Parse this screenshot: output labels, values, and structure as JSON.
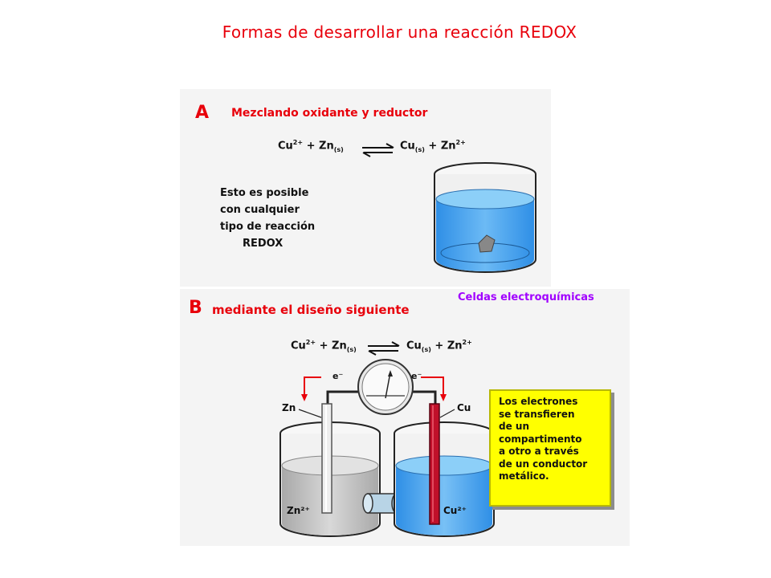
{
  "title": "Formas de desarrollar una reacción REDOX",
  "panel_a": {
    "letter": "A",
    "heading": "Mezclando oxidante y reductor",
    "equation": {
      "left": "Cu",
      "left_charge": "2+",
      "plus1": "+ Zn",
      "left_state": "(s)",
      "right": "Cu",
      "right_state": "(s)",
      "plus2": "+ Zn",
      "right_charge": "2+"
    },
    "note_lines": [
      "Esto es posible",
      "con cualquier",
      "tipo de reacción",
      "REDOX"
    ]
  },
  "panel_b": {
    "letter": "B",
    "heading": "mediante el diseño siguiente",
    "label": "Celdas electroquímicas",
    "equation": {
      "left": "Cu",
      "left_charge": "2+",
      "plus1": "+ Zn",
      "left_state": "(s)",
      "right": "Cu",
      "right_state": "(s)",
      "plus2": "+ Zn",
      "right_charge": "2+"
    },
    "electron_left": "e⁻",
    "electron_right": "e⁻",
    "electrode_left": "Zn",
    "electrode_right": "Cu",
    "ion_left": "Zn²⁺",
    "ion_right": "Cu²⁺",
    "note_lines": [
      "Los electrones",
      "se transfieren",
      "de un",
      "compartimento",
      "a otro a través",
      "de un conductor",
      "metálico."
    ]
  },
  "colors": {
    "title": "#e8000b",
    "letter": "#e8000b",
    "purple_label": "#a100ff",
    "solution_blue": "#4da6f0",
    "solution_gray": "#b9b9b9",
    "copper_rod": "#c0102a",
    "note_bg": "#ffff00"
  }
}
